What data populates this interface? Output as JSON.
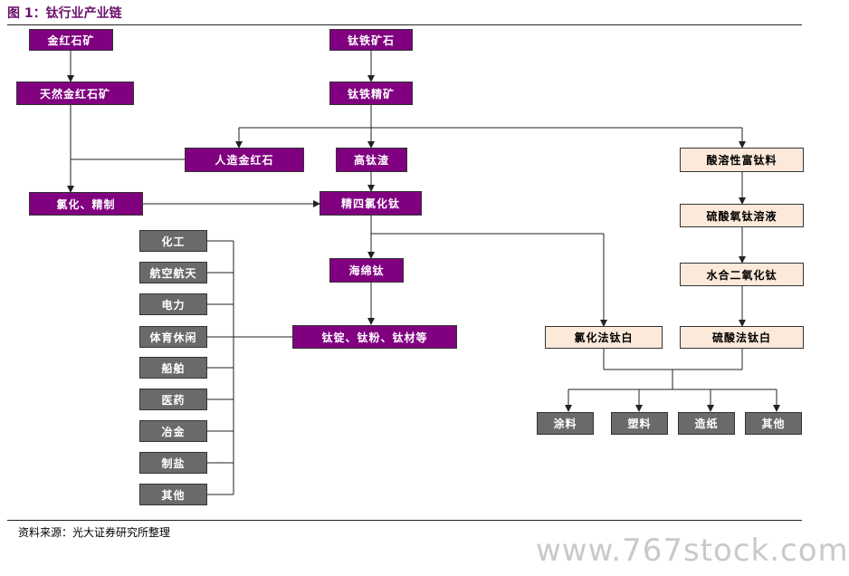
{
  "title": "图 1：钛行业产业链",
  "nodes": {
    "rutile_ore": "金红石矿",
    "ilmenite_ore": "钛铁矿石",
    "natural_rutile": "天然金红石矿",
    "ilmenite_conc": "钛铁精矿",
    "synthetic_rutile": "人造金红石",
    "high_ti_slag": "高钛渣",
    "acid_soluble_slag": "酸溶性富钛料",
    "chlorination": "氯化、精制",
    "refined_ticl4": "精四氯化钛",
    "titanyl_sulfate": "硫酸氧钛溶液",
    "sponge_ti": "海绵钛",
    "hydrated_tio2": "水合二氧化钛",
    "ti_products": "钛锭、钛粉、钛材等",
    "chloride_tio2": "氯化法钛白",
    "sulfate_tio2": "硫酸法钛白"
  },
  "applications": [
    "化工",
    "航空航天",
    "电力",
    "体育休闲",
    "船舶",
    "医药",
    "冶金",
    "制盐",
    "其他"
  ],
  "pigment_uses": [
    "涂料",
    "塑料",
    "造纸",
    "其他"
  ],
  "source": "资料来源：光大证券研究所整理",
  "watermark": "www.767stock.com"
}
